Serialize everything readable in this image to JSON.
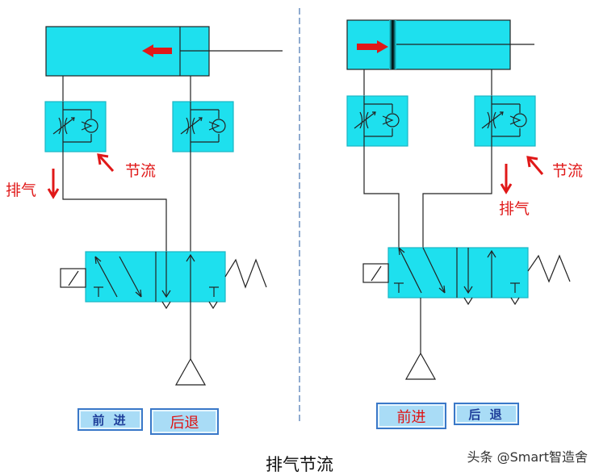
{
  "left_panel": {
    "exhaust_label": "排气",
    "throttle_label": "节流",
    "buttons": {
      "forward": "前 进",
      "backward": "后退"
    }
  },
  "right_panel": {
    "exhaust_label": "排气",
    "throttle_label": "节流",
    "buttons": {
      "forward": "前进",
      "backward": "后 退"
    }
  },
  "caption": "排气节流",
  "watermark": "头条 @Smart智造舍",
  "colors": {
    "component_fill": "#1ee0ee",
    "line": "#222222",
    "arrow_red": "#e01818",
    "divider": "#6a8fc0"
  }
}
